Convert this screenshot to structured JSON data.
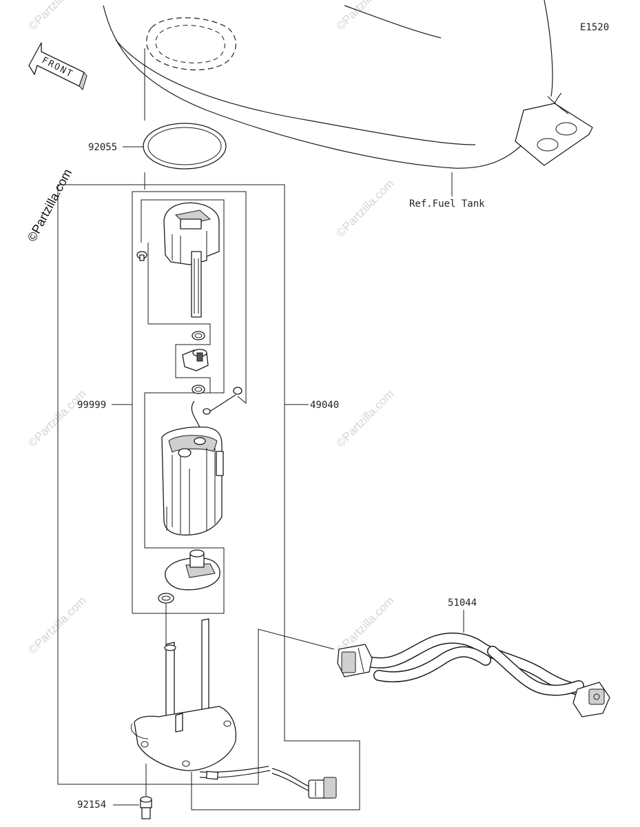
{
  "diagram": {
    "code": "E1520",
    "ref_note": "Ref.Fuel Tank",
    "front_arrow_label": "FRONT",
    "copyright_mark": "©Partzilla.com",
    "watermark_text": "©Partzilla.com",
    "part_numbers": {
      "o_ring": "92055",
      "kit": "99999",
      "fuel_pump_assy": "49040",
      "harness": "51044",
      "bolt": "92154"
    }
  },
  "colors": {
    "line": "#1a1a1a",
    "watermark": "#d4d4d4",
    "shading": "#cfcfcf"
  }
}
